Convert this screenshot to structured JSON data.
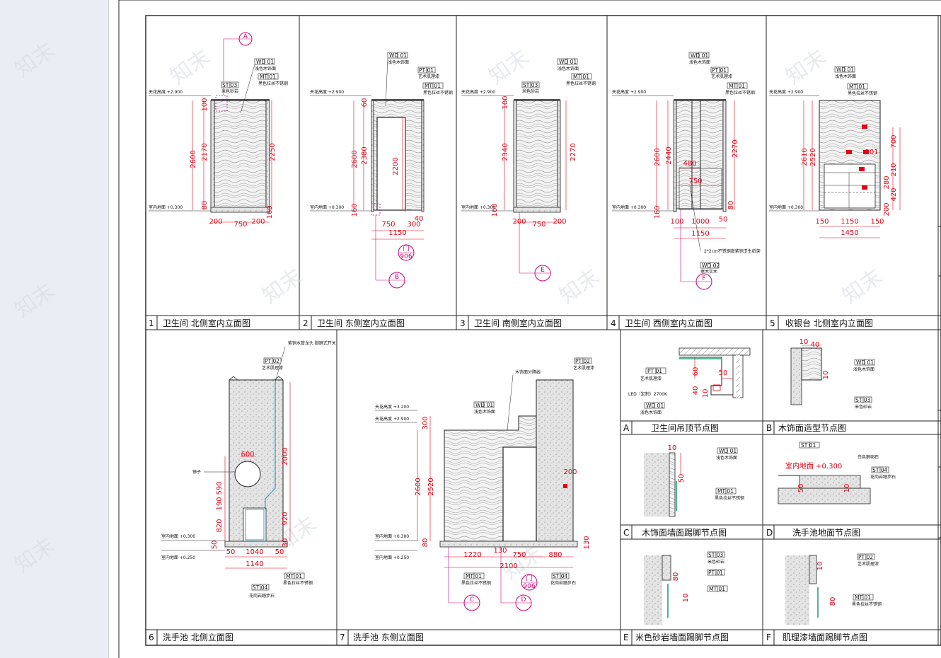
{
  "panels": [
    {
      "num": "1",
      "title": "卫生间 北侧室内立面图"
    },
    {
      "num": "2",
      "title": "卫生间 东侧室内立面图"
    },
    {
      "num": "3",
      "title": "卫生间 南侧室内立面图"
    },
    {
      "num": "4",
      "title": "卫生间 西侧室内立面图"
    },
    {
      "num": "5",
      "title": "收银台 北侧室内立面图"
    },
    {
      "num": "6",
      "title": "洗手池 北侧立面图"
    },
    {
      "num": "7",
      "title": "洗手池 东侧立面图"
    },
    {
      "num": "A",
      "title": "卫生间吊顶节点图"
    },
    {
      "num": "B",
      "title": "木饰面造型节点图"
    },
    {
      "num": "C",
      "title": "木饰面墙面踢脚节点图"
    },
    {
      "num": "D",
      "title": "洗手池地面节点图"
    },
    {
      "num": "E",
      "title": "米色砂岩墙面踢脚节点图"
    },
    {
      "num": "F",
      "title": "肌理漆墙面踢脚节点图"
    }
  ],
  "levels": {
    "ceiling": "天花高度 +2.900",
    "floor": "室内地面 +0.300",
    "ceiling7": "天花高度 +3.200",
    "floor_low": "室内地面 +0.250"
  },
  "tags": {
    "wd01": "WD 01",
    "wd01_desc": "浅色木饰面",
    "mt01": "MT 01",
    "mt01_desc": "黑色拉丝不锈钢",
    "st03": "ST 03",
    "st03_desc": "米色砂岩",
    "pt01": "PT 01",
    "pt01_desc": "艺术肌理漆",
    "pt02": "PT 02",
    "st04": "ST 04",
    "st04_desc": "花岗岩踏步石",
    "wd02": "WD 02",
    "wd02_desc": "擦木实木",
    "st01": "ST 01"
  },
  "notes": {
    "faucet": "紫铜水管龙头 脚踏式开关",
    "wood_line": "木饰面分隔线",
    "mirror": "镜子",
    "led": "LED（定制）2700K",
    "paper": "2*2cm不锈钢嵌紫铜卫生纸架",
    "white_stone": "白色鹅卵石"
  },
  "refs": {
    "a": "A",
    "b": "B",
    "c": "C",
    "d": "D",
    "e": "E",
    "f": "F",
    "door": "门",
    "door_no": "906"
  },
  "dims": {
    "p1": [
      "2600",
      "2170",
      "2250",
      "100",
      "200",
      "750",
      "200",
      "160",
      "80"
    ],
    "p2": [
      "2600",
      "2380",
      "2200",
      "60",
      "750",
      "1150",
      "300",
      "40",
      "160"
    ],
    "p3": [
      "2340",
      "2270",
      "100",
      "200",
      "750",
      "200",
      "160"
    ],
    "p4": [
      "2600",
      "2440",
      "2270",
      "480",
      "750",
      "1000",
      "1150",
      "100",
      "50",
      "160",
      "80"
    ],
    "p5": [
      "2610",
      "2520",
      "700",
      "201",
      "210",
      "280",
      "420",
      "200",
      "150",
      "1150",
      "150",
      "1450"
    ],
    "p6": [
      "600",
      "590",
      "190",
      "820",
      "50",
      "2000",
      "920",
      "30",
      "50",
      "1040",
      "50",
      "1140"
    ],
    "p7": [
      "300",
      "2600",
      "2520",
      "80",
      "1220",
      "130",
      "750",
      "880",
      "2100",
      "200",
      "130"
    ],
    "nodes": [
      "60",
      "50",
      "40",
      "10",
      "40",
      "10",
      "10",
      "50",
      "50",
      "10",
      "80",
      "10",
      "80"
    ]
  }
}
